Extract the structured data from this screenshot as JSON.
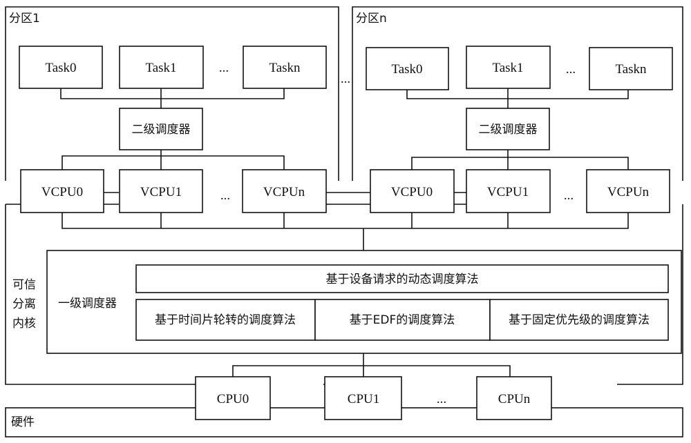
{
  "partition1": {
    "title": "分区1",
    "tasks": [
      "Task0",
      "Task1",
      "Taskn"
    ],
    "task_ellipsis": "...",
    "scheduler": "二级调度器",
    "vcpus": [
      "VCPU0",
      "VCPU1",
      "VCPUn"
    ],
    "vcpu_ellipsis": "..."
  },
  "between_partitions_ellipsis": "...",
  "partitionN": {
    "title": "分区n",
    "tasks": [
      "Task0",
      "Task1",
      "Taskn"
    ],
    "task_ellipsis": "...",
    "scheduler": "二级调度器",
    "vcpus": [
      "VCPU0",
      "VCPU1",
      "VCPUn"
    ],
    "vcpu_ellipsis": "..."
  },
  "kernel": {
    "label_lines": [
      "可信",
      "分离",
      "内核"
    ],
    "first_level_scheduler": {
      "label": "一级调度器",
      "dynamic_algorithm": "基于设备请求的动态调度算法",
      "algorithms": [
        "基于时间片轮转的调度算法",
        "基于EDF的调度算法",
        "基于固定优先级的调度算法"
      ]
    }
  },
  "cpus": [
    "CPU0",
    "CPU1",
    "CPUn"
  ],
  "cpu_ellipsis": "...",
  "hardware": "硬件"
}
